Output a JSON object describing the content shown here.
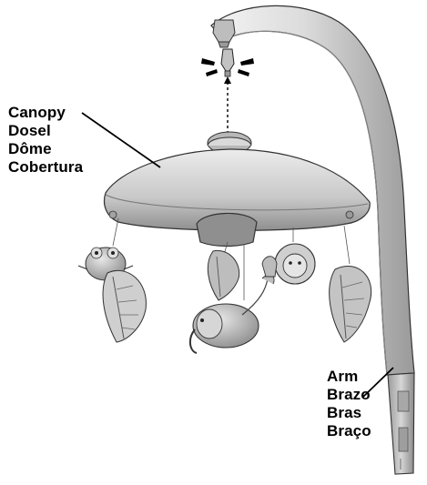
{
  "callouts": {
    "canopy": {
      "labels": [
        "Canopy",
        "Dosel",
        "Dôme",
        "Cobertura"
      ]
    },
    "arm": {
      "labels": [
        "Arm",
        "Brazo",
        "Bras",
        "Braço"
      ]
    }
  },
  "icons": [
    "snap-connector-icon",
    "canopy-illustration",
    "arm-illustration",
    "frog-toy",
    "elephant-toy",
    "lion-toy",
    "leaf-toy"
  ],
  "colors": {
    "line": "#000000",
    "shade_dark": "#8c8c8c",
    "shade_mid": "#bdbdbd",
    "shade_light": "#e6e6e6"
  }
}
